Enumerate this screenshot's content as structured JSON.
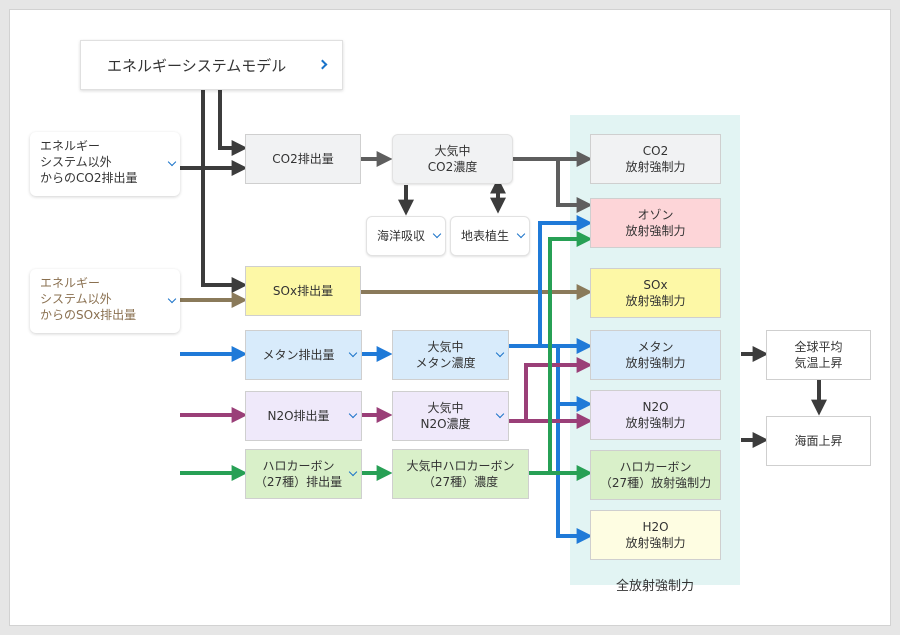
{
  "title": {
    "label": "エネルギーシステムモデル"
  },
  "side_inputs": {
    "other_co2": [
      "エネルギー",
      "システム以外",
      "からのCO2排出量"
    ],
    "other_sox": [
      "エネルギー",
      "システム以外",
      "からのSOx排出量"
    ]
  },
  "emissions": {
    "co2": "CO2排出量",
    "sox": "SOx排出量",
    "methane": "メタン排出量",
    "n2o": "N2O排出量",
    "halocarbon": [
      "ハロカーボン",
      "（27種）排出量"
    ]
  },
  "concentrations": {
    "co2": [
      "大気中",
      "CO2濃度"
    ],
    "methane": [
      "大気中",
      "メタン濃度"
    ],
    "n2o": [
      "大気中",
      "N2O濃度"
    ],
    "halocarbon": [
      "大気中ハロカーボン",
      "（27種）濃度"
    ]
  },
  "sinks": {
    "ocean": "海洋吸収",
    "land": "地表植生"
  },
  "forcing": {
    "co2": [
      "CO2",
      "放射強制力"
    ],
    "ozone": [
      "オゾン",
      "放射強制力"
    ],
    "sox": [
      "SOx",
      "放射強制力"
    ],
    "methane": [
      "メタン",
      "放射強制力"
    ],
    "n2o": [
      "N2O",
      "放射強制力"
    ],
    "halocarbon": [
      "ハロカーボン",
      "（27種）放射強制力"
    ],
    "h2o": [
      "H2O",
      "放射強制力"
    ]
  },
  "total_forcing_label": "全放射強制力",
  "outcomes": {
    "temperature": [
      "全球平均",
      "気温上昇"
    ],
    "sea_level": "海面上昇"
  },
  "colors": {
    "dark": "#3c3c3c",
    "gray": "#5e5e5e",
    "brown": "#8a7a5a",
    "blue": "#1f7ad8",
    "purple": "#9a3f78",
    "green": "#27a055"
  }
}
